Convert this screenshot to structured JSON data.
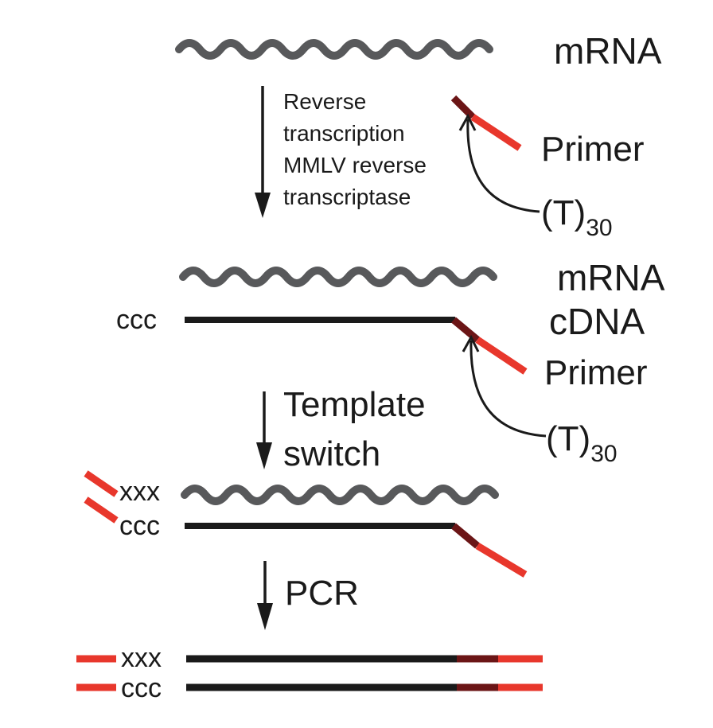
{
  "colors": {
    "mrna": "#58595b",
    "cdna": "#1a1a1a",
    "primer_red": "#e8372c",
    "primer_dark": "#6b1516",
    "text": "#1a1a1a"
  },
  "step1": {
    "mrna_label": "mRNA",
    "primer_label": "Primer",
    "polyT_base": "(T)",
    "polyT_sub": "30",
    "arrow_text": [
      "Reverse",
      "transcription",
      "MMLV reverse",
      "transcriptase"
    ]
  },
  "step2": {
    "mrna_label": "mRNA",
    "cdna_label": "cDNA",
    "primer_label": "Primer",
    "polyT_base": "(T)",
    "polyT_sub": "30",
    "ccc_label": "ccc",
    "arrow_text": [
      "Template",
      "switch"
    ]
  },
  "step3": {
    "xxx_label": "xxx",
    "ccc_label": "ccc",
    "arrow_text": "PCR"
  },
  "step4": {
    "xxx_label": "xxx",
    "ccc_label": "ccc"
  }
}
